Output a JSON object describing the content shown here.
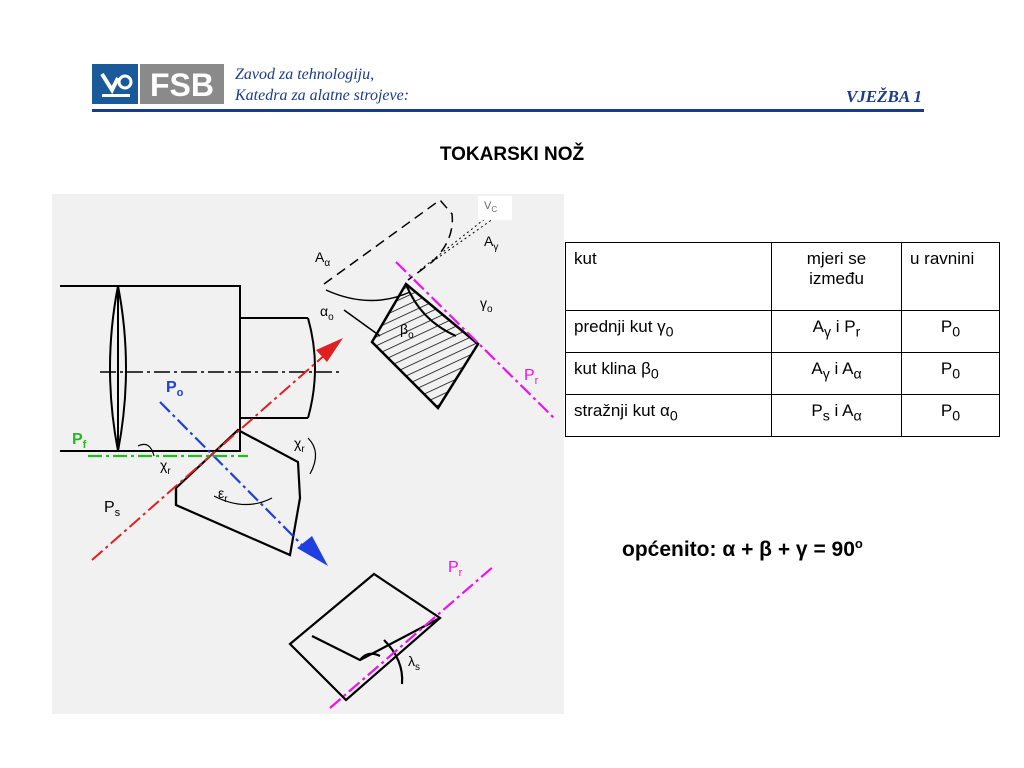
{
  "header": {
    "logo_text": "FSB",
    "institution_line1": "Zavod za tehnologiju,",
    "institution_line2": "Katedra za alatne strojeve:",
    "exercise": "VJEŽBA 1"
  },
  "title": "TOKARSKI NOŽ",
  "figure": {
    "labels": {
      "vc": "V",
      "vc_sub": "C",
      "a_alpha": "A",
      "a_alpha_sub": "α",
      "a_gamma": "A",
      "a_gamma_sub": "γ",
      "alpha_o": "α",
      "alpha_o_sub": "o",
      "beta_o": "β",
      "beta_o_sub": "o",
      "gamma_o": "γ",
      "gamma_o_sub": "o",
      "p_o": "P",
      "p_o_sub": "o",
      "p_f": "P",
      "p_f_sub": "f",
      "p_s": "P",
      "p_s_sub": "s",
      "p_r_top": "P",
      "p_r_top_sub": "r",
      "p_r_bottom": "P",
      "p_r_bottom_sub": "r",
      "chi_r_left": "χ",
      "chi_r_left_sub": "r",
      "chi_r_right": "χ",
      "chi_r_right_sub": "r",
      "eps_r": "ε",
      "eps_r_sub": "r",
      "lambda_s": "λ",
      "lambda_s_sub": "s"
    },
    "colors": {
      "red": "#e02020",
      "blue": "#1f3fe0",
      "green": "#22bb22",
      "magenta": "#ee11ee"
    }
  },
  "table": {
    "headers": [
      "kut",
      "mjeri se između",
      "u ravnini"
    ],
    "rows": [
      {
        "name": "prednji kut ",
        "sym": "γ",
        "sub": "0",
        "m1": "A",
        "m1sub": "γ",
        "mid": " i ",
        "m2": "P",
        "m2sub": "r",
        "plane": "P",
        "plane_sub": "0"
      },
      {
        "name": "kut klina ",
        "sym": "β",
        "sub": "0",
        "m1": "A",
        "m1sub": "γ",
        "mid": " i ",
        "m2": "A",
        "m2sub": "α",
        "plane": "P",
        "plane_sub": "0"
      },
      {
        "name": "stražnji kut ",
        "sym": "α",
        "sub": "0",
        "m1": "P",
        "m1sub": "s",
        "mid": " i ",
        "m2": "A",
        "m2sub": "α",
        "plane": "P",
        "plane_sub": "0"
      }
    ]
  },
  "general": {
    "prefix": "općenito:",
    "equation": "α + β + γ = 90",
    "degree": "o"
  }
}
